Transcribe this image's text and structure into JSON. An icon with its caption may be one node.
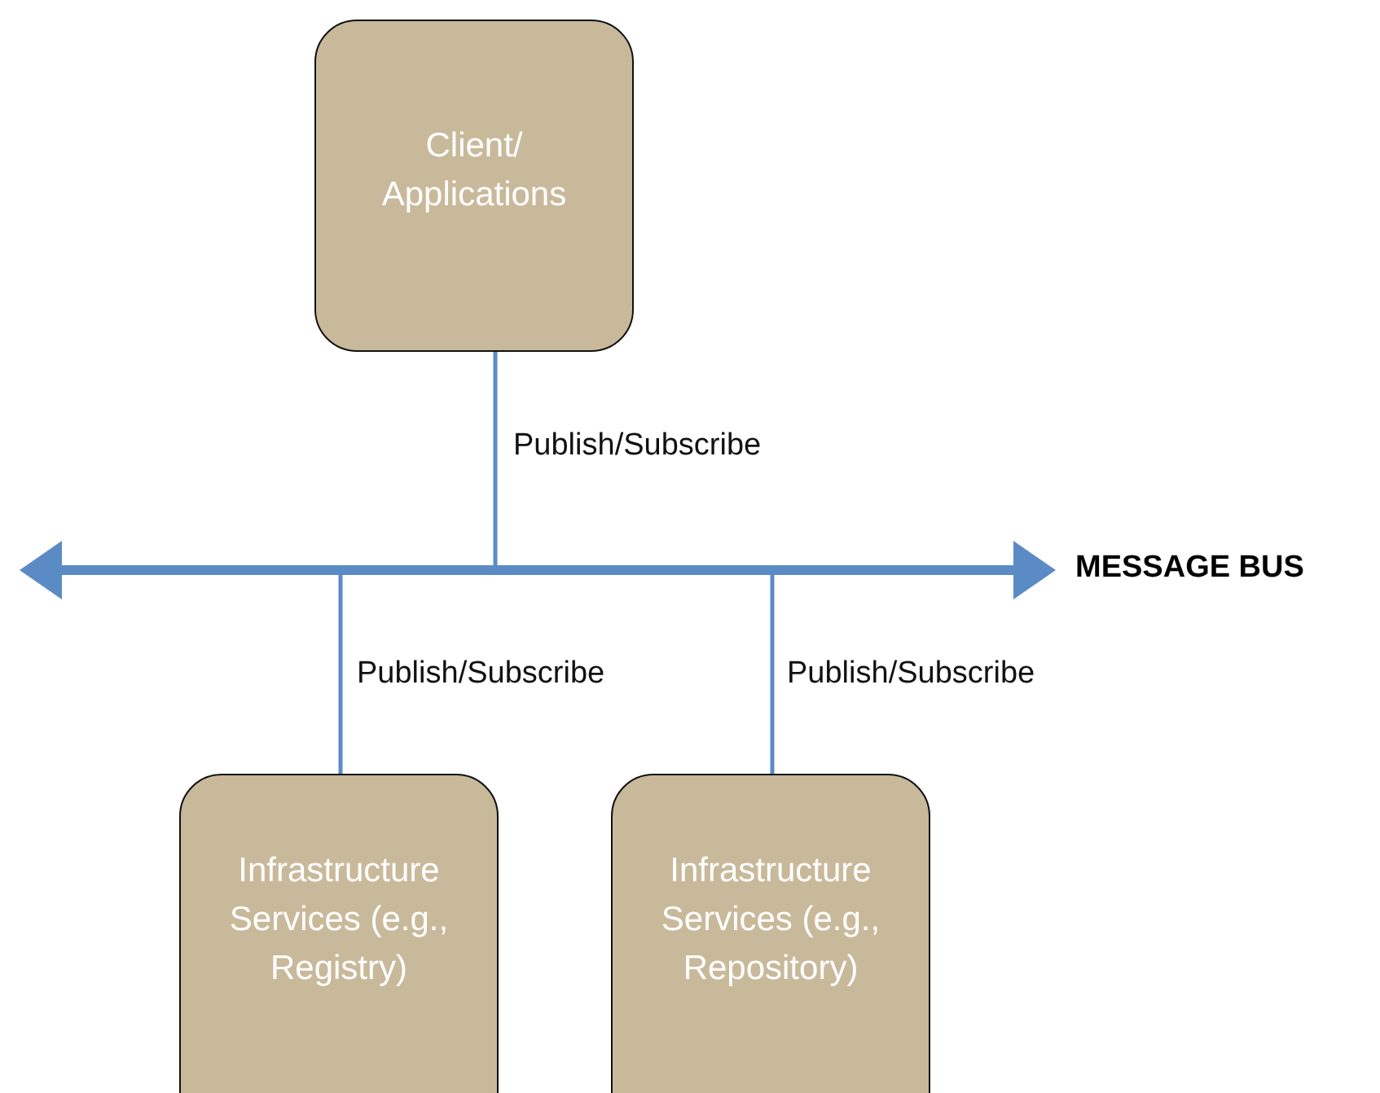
{
  "diagram": {
    "nodes": [
      {
        "text": [
          "Client/ Applications"
        ]
      },
      {
        "text": [
          "MESSAGE BUS"
        ]
      },
      {
        "text": [
          "Infrastructure Services (e.g., Registry)"
        ]
      },
      {
        "text": [
          "Infrastructure Services (e.g., Repository)"
        ]
      }
    ],
    "edges": [
      {
        "from": 0,
        "to": 1,
        "arrow": "none",
        "label": "Publish/Subscribe"
      },
      {
        "from": 2,
        "to": 1,
        "arrow": "none",
        "label": "Publish/Subscribe"
      },
      {
        "from": 3,
        "to": 1,
        "arrow": "none",
        "label": "Publish/Subscribe"
      }
    ]
  }
}
